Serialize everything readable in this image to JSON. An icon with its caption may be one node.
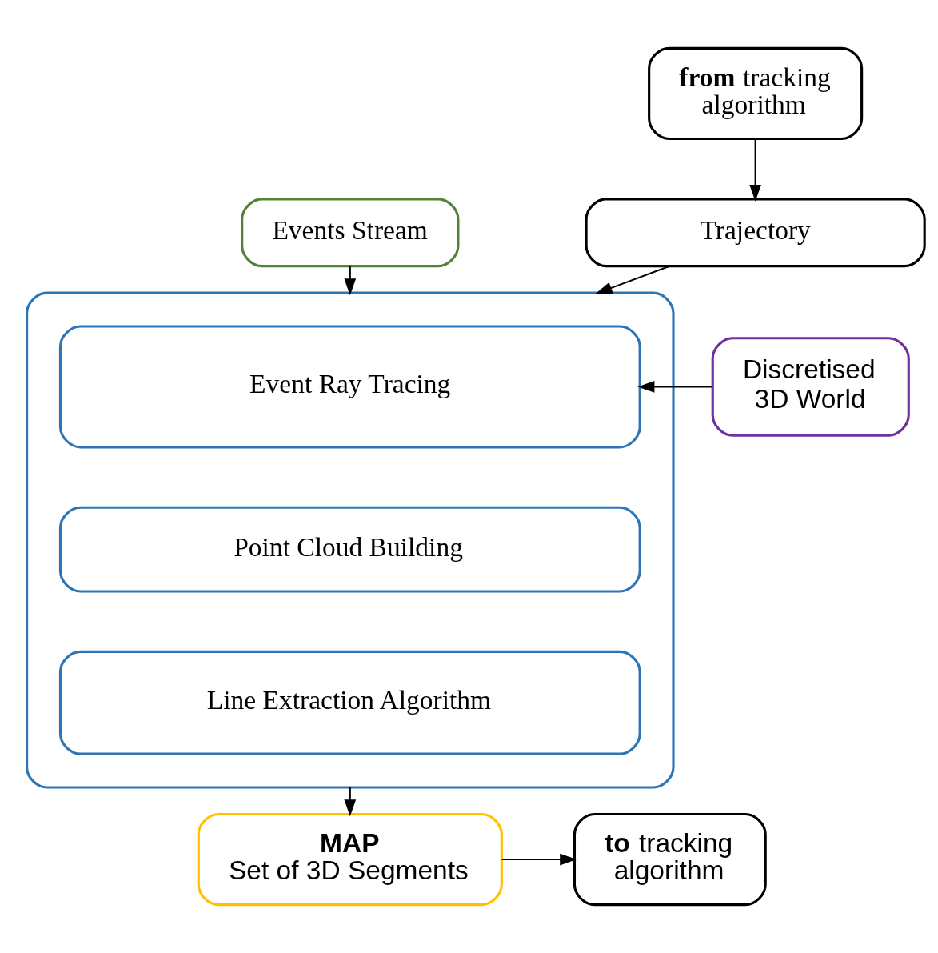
{
  "diagram": {
    "nodes": [
      {
        "text": [
          "**from** tracking algorithm"
        ]
      },
      {
        "text": [
          "Trajectory"
        ]
      },
      {
        "text": [
          "Events Stream"
        ]
      },
      {
        "text": [],
        "shape": "box"
      },
      {
        "text": [
          "Event Ray Tracing"
        ],
        "in": 3
      },
      {
        "text": [
          "Point Cloud Building"
        ],
        "in": 3
      },
      {
        "text": [
          "Line Extraction Algorithm"
        ],
        "in": 3
      },
      {
        "text": [
          "Discretised 3D World"
        ]
      },
      {
        "text": [
          "MAP",
          "Set of 3D Segments"
        ]
      },
      {
        "text": [
          "**to** tracking algorithm"
        ]
      }
    ],
    "edges": [
      {
        "from": 0,
        "to": 1,
        "arrow": "to"
      },
      {
        "from": 2,
        "to": 3,
        "arrow": "to"
      },
      {
        "from": 1,
        "to": 3,
        "arrow": "to"
      },
      {
        "from": 7,
        "to": 4,
        "arrow": "to"
      },
      {
        "from": 3,
        "to": 8,
        "arrow": "to"
      },
      {
        "from": 8,
        "to": 9,
        "arrow": "to"
      }
    ]
  }
}
